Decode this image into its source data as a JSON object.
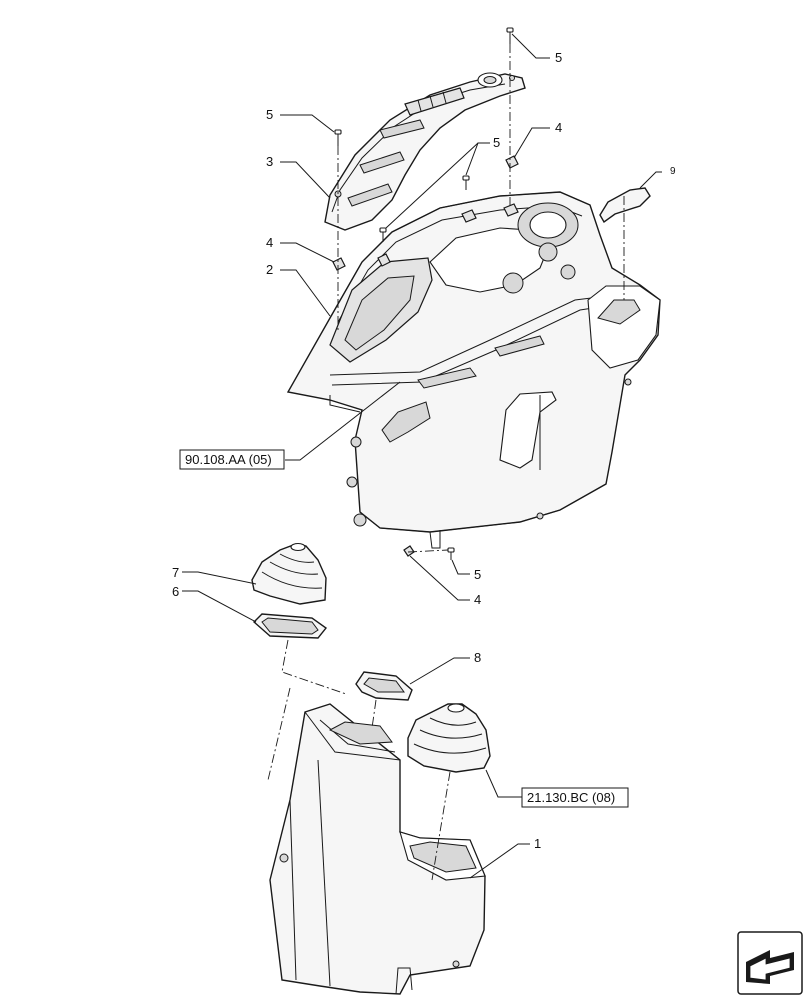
{
  "callouts": {
    "c1": "1",
    "c2": "2",
    "c3": "3",
    "c4a": "4",
    "c4b": "4",
    "c4c": "4",
    "c5a": "5",
    "c5b": "5",
    "c5c": "5",
    "c5d": "5",
    "c6": "6",
    "c7": "7",
    "c8": "8",
    "c9": "9"
  },
  "references": {
    "ref_upper": "90.108.AA (05)",
    "ref_lower": "21.130.BC (08)"
  },
  "icons": {
    "navigation": "arrow-icon"
  }
}
